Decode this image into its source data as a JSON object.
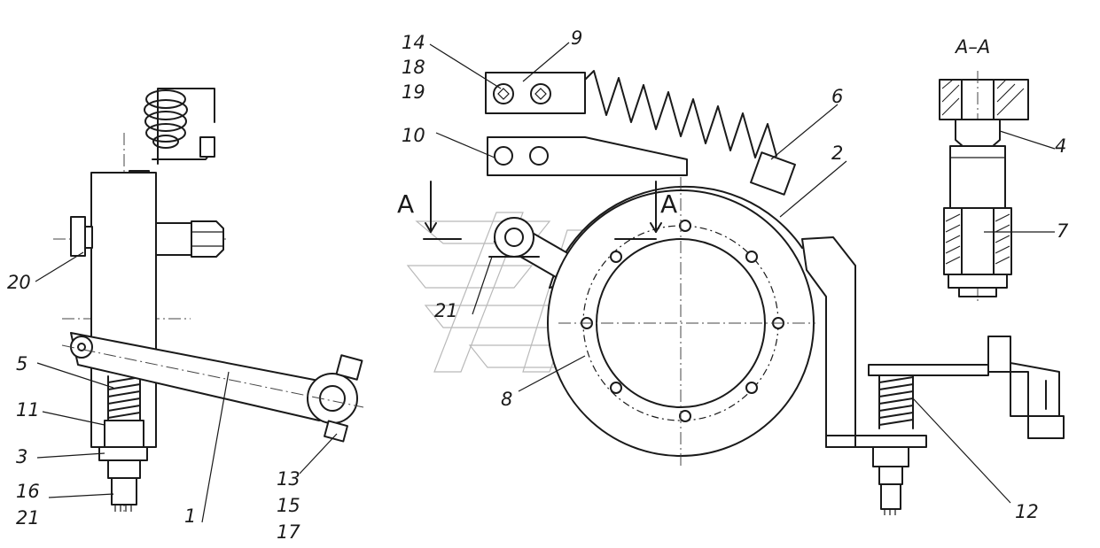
{
  "section_title": "A–A",
  "section_marks": [
    "A",
    "A"
  ],
  "callouts": {
    "c1": "1",
    "c2": "2",
    "c3": "3",
    "c4": "4",
    "c5": "5",
    "c6": "6",
    "c7": "7",
    "c8": "8",
    "c9": "9",
    "c10": "10",
    "c11": "11",
    "c12": "12",
    "c13_group": [
      "13",
      "15",
      "17"
    ],
    "c14_group": [
      "14",
      "18",
      "19"
    ],
    "c16_group": [
      "16",
      "21"
    ],
    "c20": "20",
    "c21": "21"
  }
}
